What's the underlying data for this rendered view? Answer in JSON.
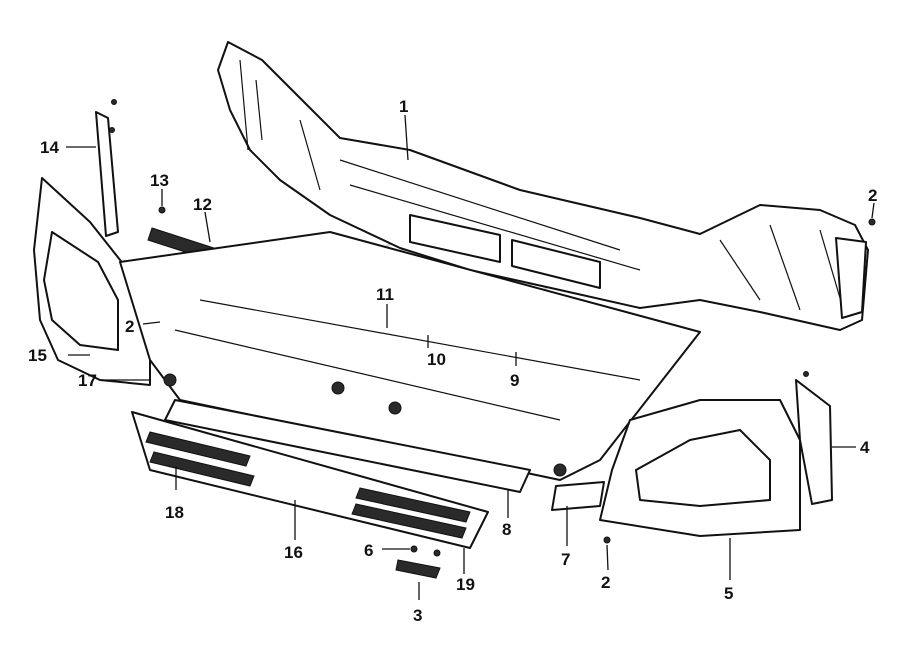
{
  "callouts": [
    {
      "id": "c1",
      "label": "1"
    },
    {
      "id": "c2a",
      "label": "2"
    },
    {
      "id": "c2b",
      "label": "2"
    },
    {
      "id": "c2c",
      "label": "2"
    },
    {
      "id": "c3",
      "label": "3"
    },
    {
      "id": "c4",
      "label": "4"
    },
    {
      "id": "c5",
      "label": "5"
    },
    {
      "id": "c6",
      "label": "6"
    },
    {
      "id": "c7",
      "label": "7"
    },
    {
      "id": "c8",
      "label": "8"
    },
    {
      "id": "c9",
      "label": "9"
    },
    {
      "id": "c10",
      "label": "10"
    },
    {
      "id": "c11",
      "label": "11"
    },
    {
      "id": "c12",
      "label": "12"
    },
    {
      "id": "c13",
      "label": "13"
    },
    {
      "id": "c14",
      "label": "14"
    },
    {
      "id": "c15",
      "label": "15"
    },
    {
      "id": "c16",
      "label": "16"
    },
    {
      "id": "c17",
      "label": "17"
    },
    {
      "id": "c18",
      "label": "18"
    },
    {
      "id": "c19",
      "label": "19"
    }
  ],
  "colors": {
    "line": "#111111",
    "background": "#ffffff",
    "watermark": "#d7d7d7"
  }
}
